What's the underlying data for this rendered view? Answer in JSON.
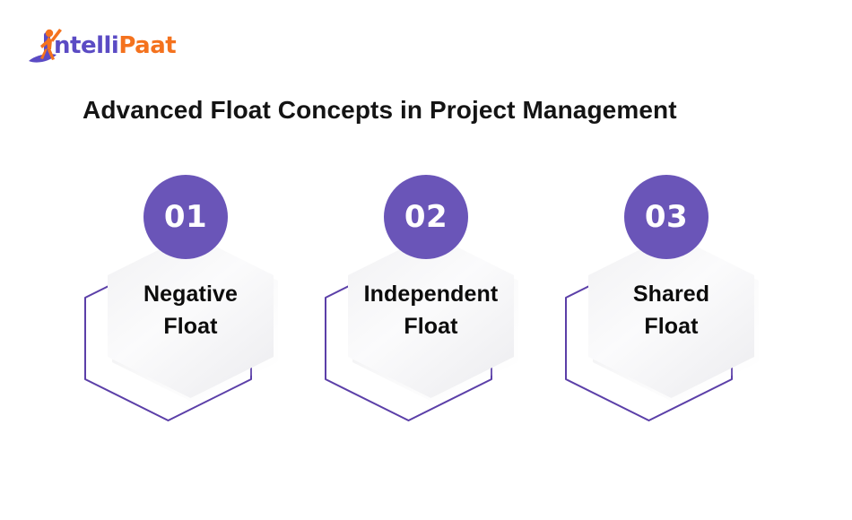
{
  "brand": {
    "logo_text_primary": "ntelli",
    "logo_text_secondary": "Paat",
    "logo_icon": "surfer-figure-icon",
    "primary_color": "#5b4bc4",
    "secondary_color": "#f4721e"
  },
  "header": {
    "title": "Advanced Float Concepts in Project Management"
  },
  "theme": {
    "badge_color": "#6a55b8",
    "outline_color": "#5b3fa8",
    "card_fill": "#f7f7f8",
    "background": "#ffffff",
    "text_color": "#0c0c0c"
  },
  "cards": [
    {
      "number": "01",
      "label_line1": "Negative",
      "label_line2": "Float"
    },
    {
      "number": "02",
      "label_line1": "Independent",
      "label_line2": "Float"
    },
    {
      "number": "03",
      "label_line1": "Shared",
      "label_line2": "Float"
    }
  ]
}
